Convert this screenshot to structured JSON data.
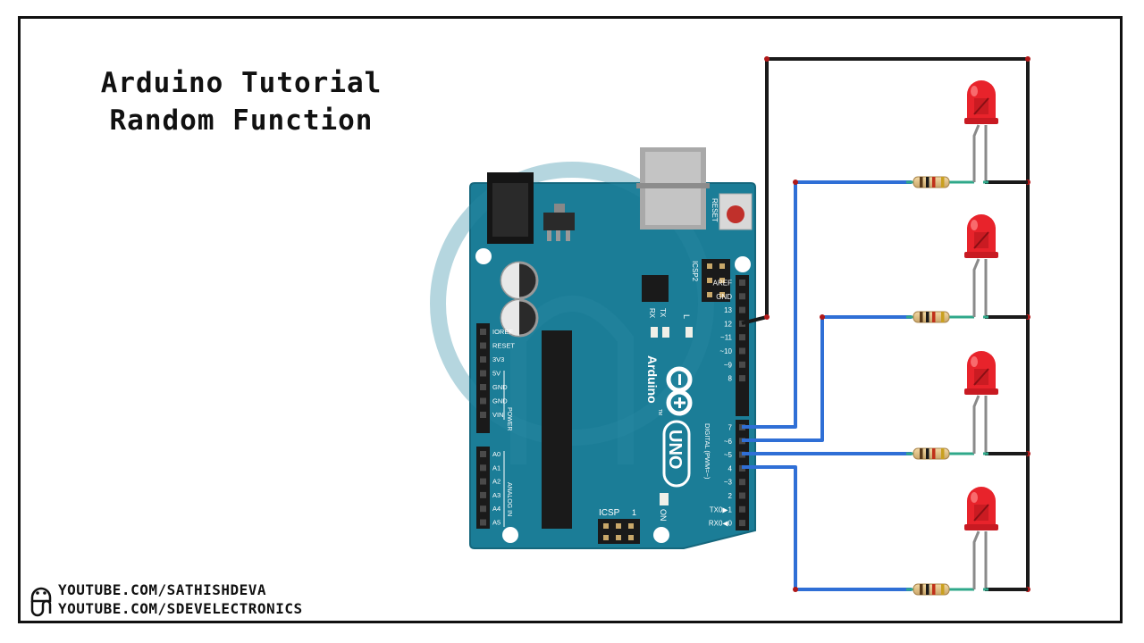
{
  "title": {
    "line1": "Arduino Tutorial",
    "line2": "Random Function"
  },
  "credits": {
    "line1": "YOUTUBE.COM/SATHISHDEVA",
    "line2": "YOUTUBE.COM/SDEVELECTRONICS",
    "logo_icon": "sd-logo-icon"
  },
  "board": {
    "brand": "Arduino",
    "tm": "TM",
    "model": "UNO",
    "reset_label": "RESET",
    "icsp2_label": "ICSP2",
    "icsp_label": "ICSP",
    "icsp_pin1": "1",
    "tx_label": "TX",
    "rx_label": "RX",
    "l_label": "L",
    "on_label": "ON",
    "digital_label": "DIGITAL (PWM=~)",
    "power_label": "POWER",
    "analog_label": "ANALOG IN",
    "right_pins": [
      "AREF",
      "GND",
      "13",
      "12",
      "~11",
      "~10",
      "~9",
      "8",
      "7",
      "~6",
      "~5",
      "4",
      "~3",
      "2",
      "TX0▶1",
      "RX0◀0"
    ],
    "power_pins": [
      "IOREF",
      "RESET",
      "3V3",
      "5V",
      "GND",
      "GND",
      "VIN"
    ],
    "analog_pins": [
      "A0",
      "A1",
      "A2",
      "A3",
      "A4",
      "A5"
    ]
  },
  "colors": {
    "board": "#1b7d97",
    "board_edge": "#1a6f86",
    "header": "#1a1a1a",
    "signal_wire": "#2f6fd6",
    "ground_wire": "#1a1a1a",
    "led_red": "#e8232b",
    "junction": "#b01818"
  }
}
